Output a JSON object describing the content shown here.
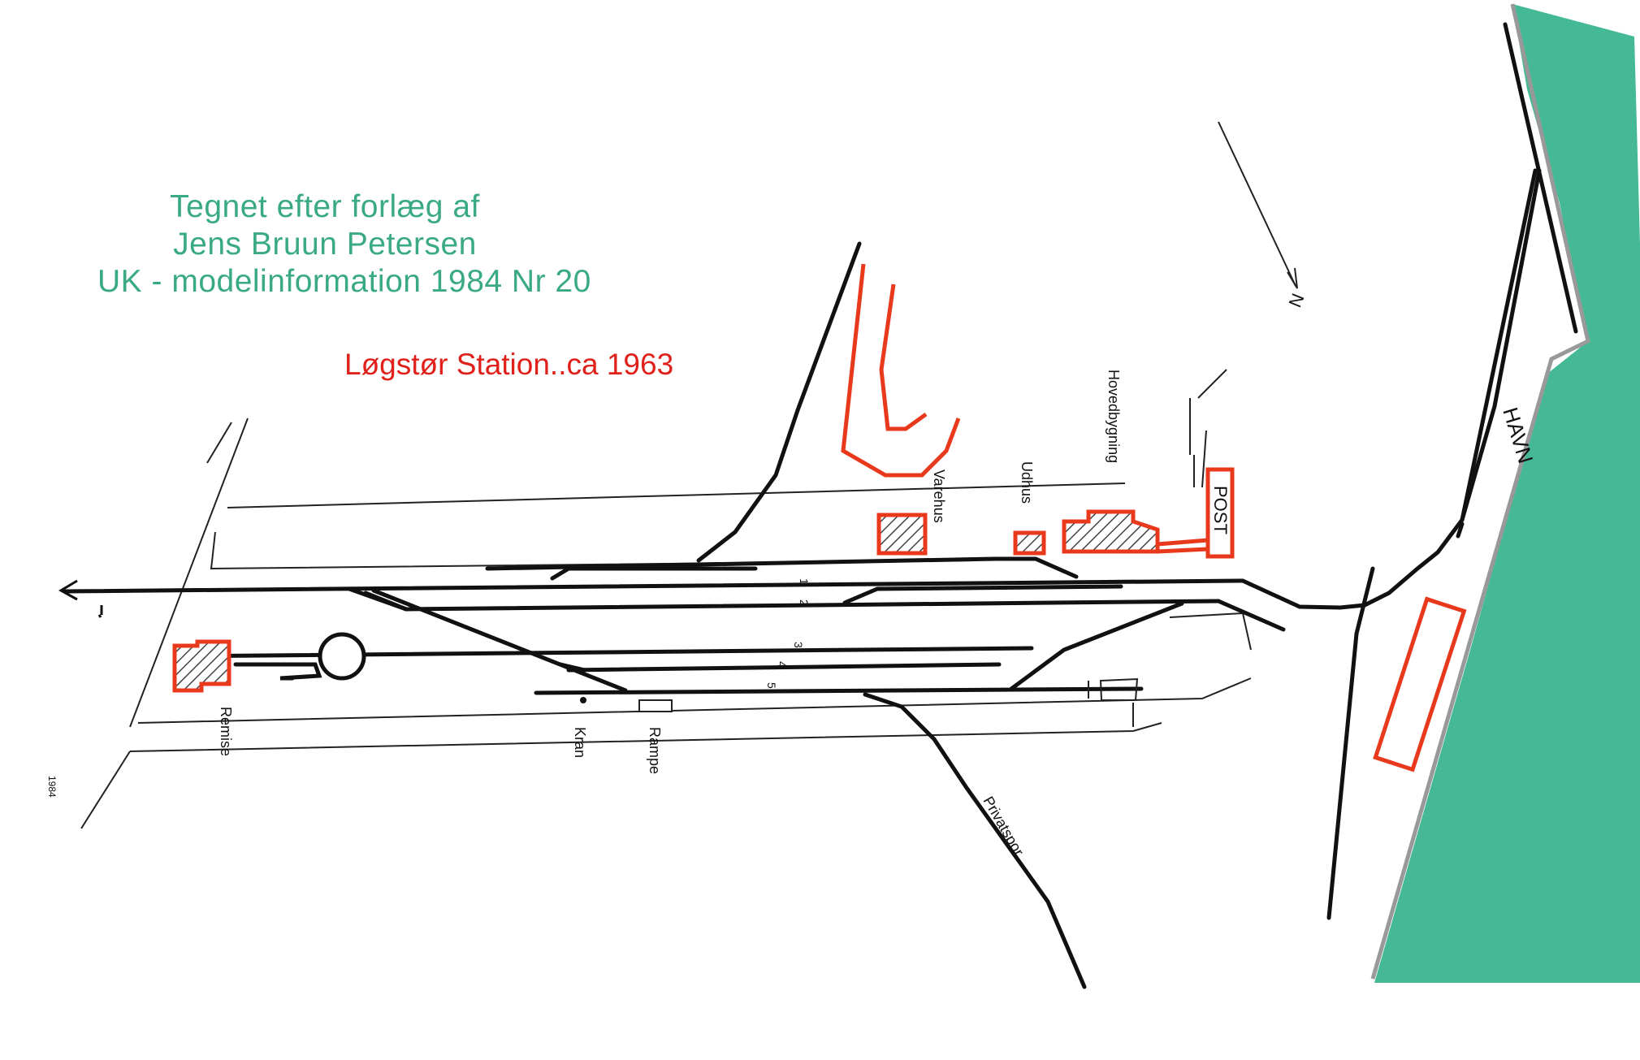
{
  "credit": {
    "line1": "Tegnet efter forlæg af",
    "line2": "Jens Bruun Petersen",
    "line3": "UK - modelinformation 1984 Nr 20"
  },
  "title": "Løgstør Station..ca 1963",
  "labels": {
    "havn": "HAVN",
    "post": "POST",
    "north": "N",
    "varehus": "Varehus",
    "udhus": "Udhus",
    "hovedbygning": "Hovedbygning",
    "remise": "Remise",
    "kran": "Kran",
    "rampe": "Rampe",
    "privatspor": "Privatspor",
    "signature_year": "1984"
  },
  "track_numbers": [
    "1",
    "2",
    "3",
    "4",
    "5"
  ],
  "colors": {
    "sea": "#45b896",
    "building_outline": "#e8391d",
    "credit_text": "#3aa985",
    "title_text": "#e0211b",
    "track": "#111111"
  }
}
